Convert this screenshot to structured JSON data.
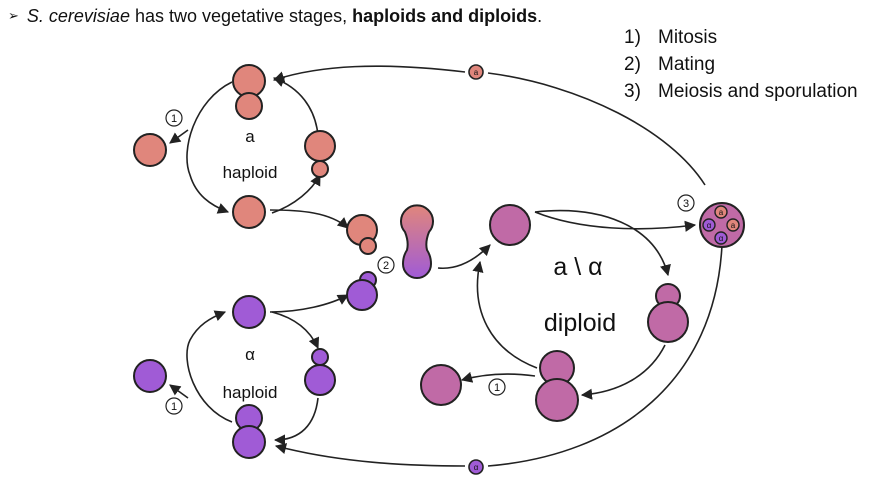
{
  "header": {
    "bullet_icon": "arrow-bullet-icon",
    "species": "S. cerevisiae",
    "text_mid": " has two vegetative stages, ",
    "text_bold": "haploids and diploids",
    "text_end": "."
  },
  "legend": [
    {
      "num": "1)",
      "label": "Mitosis"
    },
    {
      "num": "2)",
      "label": "Mating"
    },
    {
      "num": "3)",
      "label": "Meiosis and sporulation"
    }
  ],
  "diagram": {
    "a_cycle": {
      "mating_type": "a",
      "ploidy": "haploid",
      "step_marker": "1"
    },
    "alpha_cycle": {
      "mating_type": "α",
      "ploidy": "haploid",
      "step_marker": "1"
    },
    "diploid_cycle": {
      "mating_type": "a \\ α",
      "ploidy": "diploid",
      "step_marker": "1"
    },
    "mating_step_marker": "2",
    "sporulation_step_marker": "3",
    "a_spore_label": "a",
    "alpha_spore_label": "α",
    "colors": {
      "a_cell": "#e0867c",
      "alpha_cell": "#a05bd6",
      "diploid_cell": "#c06aa6",
      "outline": "#222222"
    }
  }
}
